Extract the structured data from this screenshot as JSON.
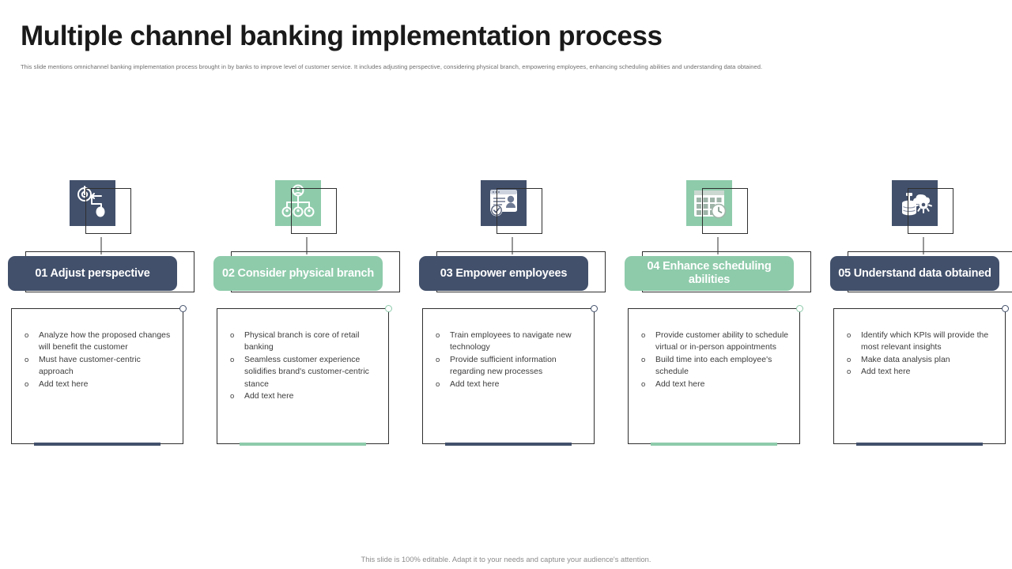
{
  "slide": {
    "title": "Multiple channel banking implementation process",
    "subtitle": "This slide mentions omnichannel banking implementation process brought in by banks to improve level of customer service. It includes adjusting perspective, considering physical branch, empowering employees, enhancing scheduling abilities and understanding data obtained.",
    "footer": "This slide is 100% editable. Adapt it to your needs and capture your audience's attention."
  },
  "colors": {
    "navy": "#42506b",
    "green": "#8ecbab",
    "outline": "#2f2f2f",
    "body_text": "#3b3b3b",
    "subtitle_text": "#6f6f6f",
    "footer_text": "#8a8a8a"
  },
  "steps": [
    {
      "number": "01",
      "title": "01 Adjust perspective",
      "color": "#42506b",
      "icon": "strategy-target-icon",
      "bullets": [
        "Analyze how the proposed changes will benefit the customer",
        "Must have customer-centric approach",
        "Add text here"
      ]
    },
    {
      "number": "02",
      "title": "02 Consider physical branch",
      "color": "#8ecbab",
      "icon": "org-hierarchy-icon",
      "bullets": [
        "Physical branch is core of retail banking",
        "Seamless customer experience solidifies brand's customer-centric stance",
        "Add text here"
      ]
    },
    {
      "number": "03",
      "title": "03 Empower employees",
      "color": "#42506b",
      "icon": "id-card-profile-icon",
      "bullets": [
        "Train employees to navigate new technology",
        "Provide sufficient information regarding new processes",
        "Add text here"
      ]
    },
    {
      "number": "04",
      "title": "04 Enhance scheduling abilities",
      "color": "#8ecbab",
      "icon": "calendar-clock-icon",
      "bullets": [
        "Provide customer ability to schedule virtual or in-person appointments",
        "Build time into each employee's schedule",
        "Add text here"
      ]
    },
    {
      "number": "05",
      "title": "05 Understand data obtained",
      "color": "#42506b",
      "icon": "database-cloud-gear-icon",
      "bullets": [
        "Identify which KPIs will provide the most relevant insights",
        "Make data analysis plan",
        "Add text here"
      ]
    }
  ]
}
